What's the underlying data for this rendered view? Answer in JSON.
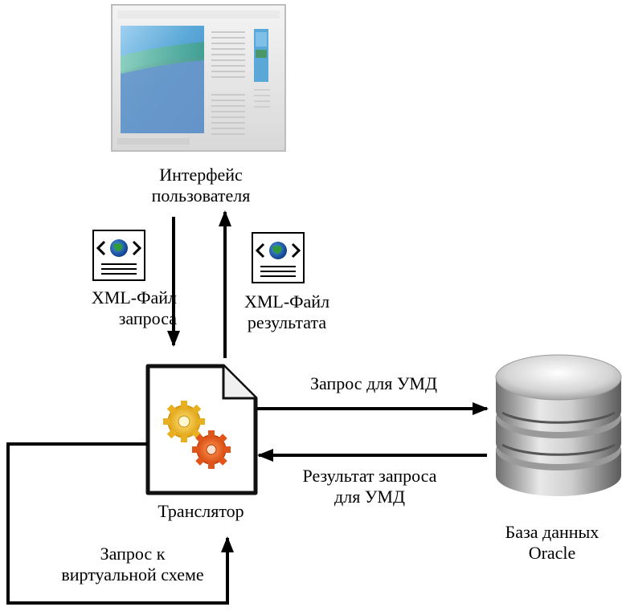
{
  "nodes": {
    "ui": {
      "label_line1": "Интерфейс",
      "label_line2": "пользователя",
      "icon": "application-window-icon"
    },
    "translator": {
      "label": "Транслятор",
      "icon": "gears-document-icon"
    },
    "database": {
      "label_line1": "База данных",
      "label_line2": "Oracle",
      "icon": "database-cylinder-icon"
    }
  },
  "edges": {
    "request_xml": {
      "line1": "XML-Файл",
      "line2": "запроса",
      "icon": "xml-file-icon"
    },
    "result_xml": {
      "line1": "XML-Файл",
      "line2": "результата",
      "icon": "xml-file-icon"
    },
    "query_to_db": {
      "label": "Запрос для УМД"
    },
    "result_from_db": {
      "line1": "Результат запроса",
      "line2": "для УМД"
    },
    "virtual_schema": {
      "line1": "Запрос к",
      "line2": "виртуальной схеме"
    }
  }
}
